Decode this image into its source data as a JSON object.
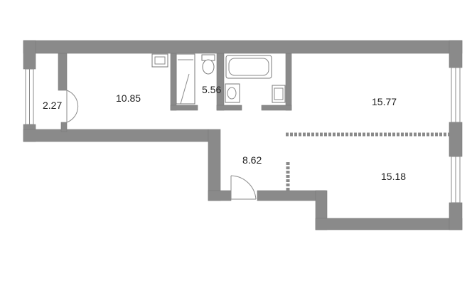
{
  "colors": {
    "wall": "#8a8a8a",
    "background": "#ffffff",
    "text": "#222222"
  },
  "rooms": [
    {
      "id": "vestibule",
      "area": "2.27"
    },
    {
      "id": "kitchen",
      "area": "10.85"
    },
    {
      "id": "bathroom",
      "area": "5.56"
    },
    {
      "id": "room-top-right",
      "area": "15.77"
    },
    {
      "id": "hall",
      "area": "8.62"
    },
    {
      "id": "room-bottom-right",
      "area": "15.18"
    }
  ],
  "icons": [
    "stove-icon",
    "shower-icon",
    "toilet-icon",
    "bathtub-icon",
    "sink-icon",
    "washer-icon",
    "door-icon",
    "window-icon"
  ]
}
